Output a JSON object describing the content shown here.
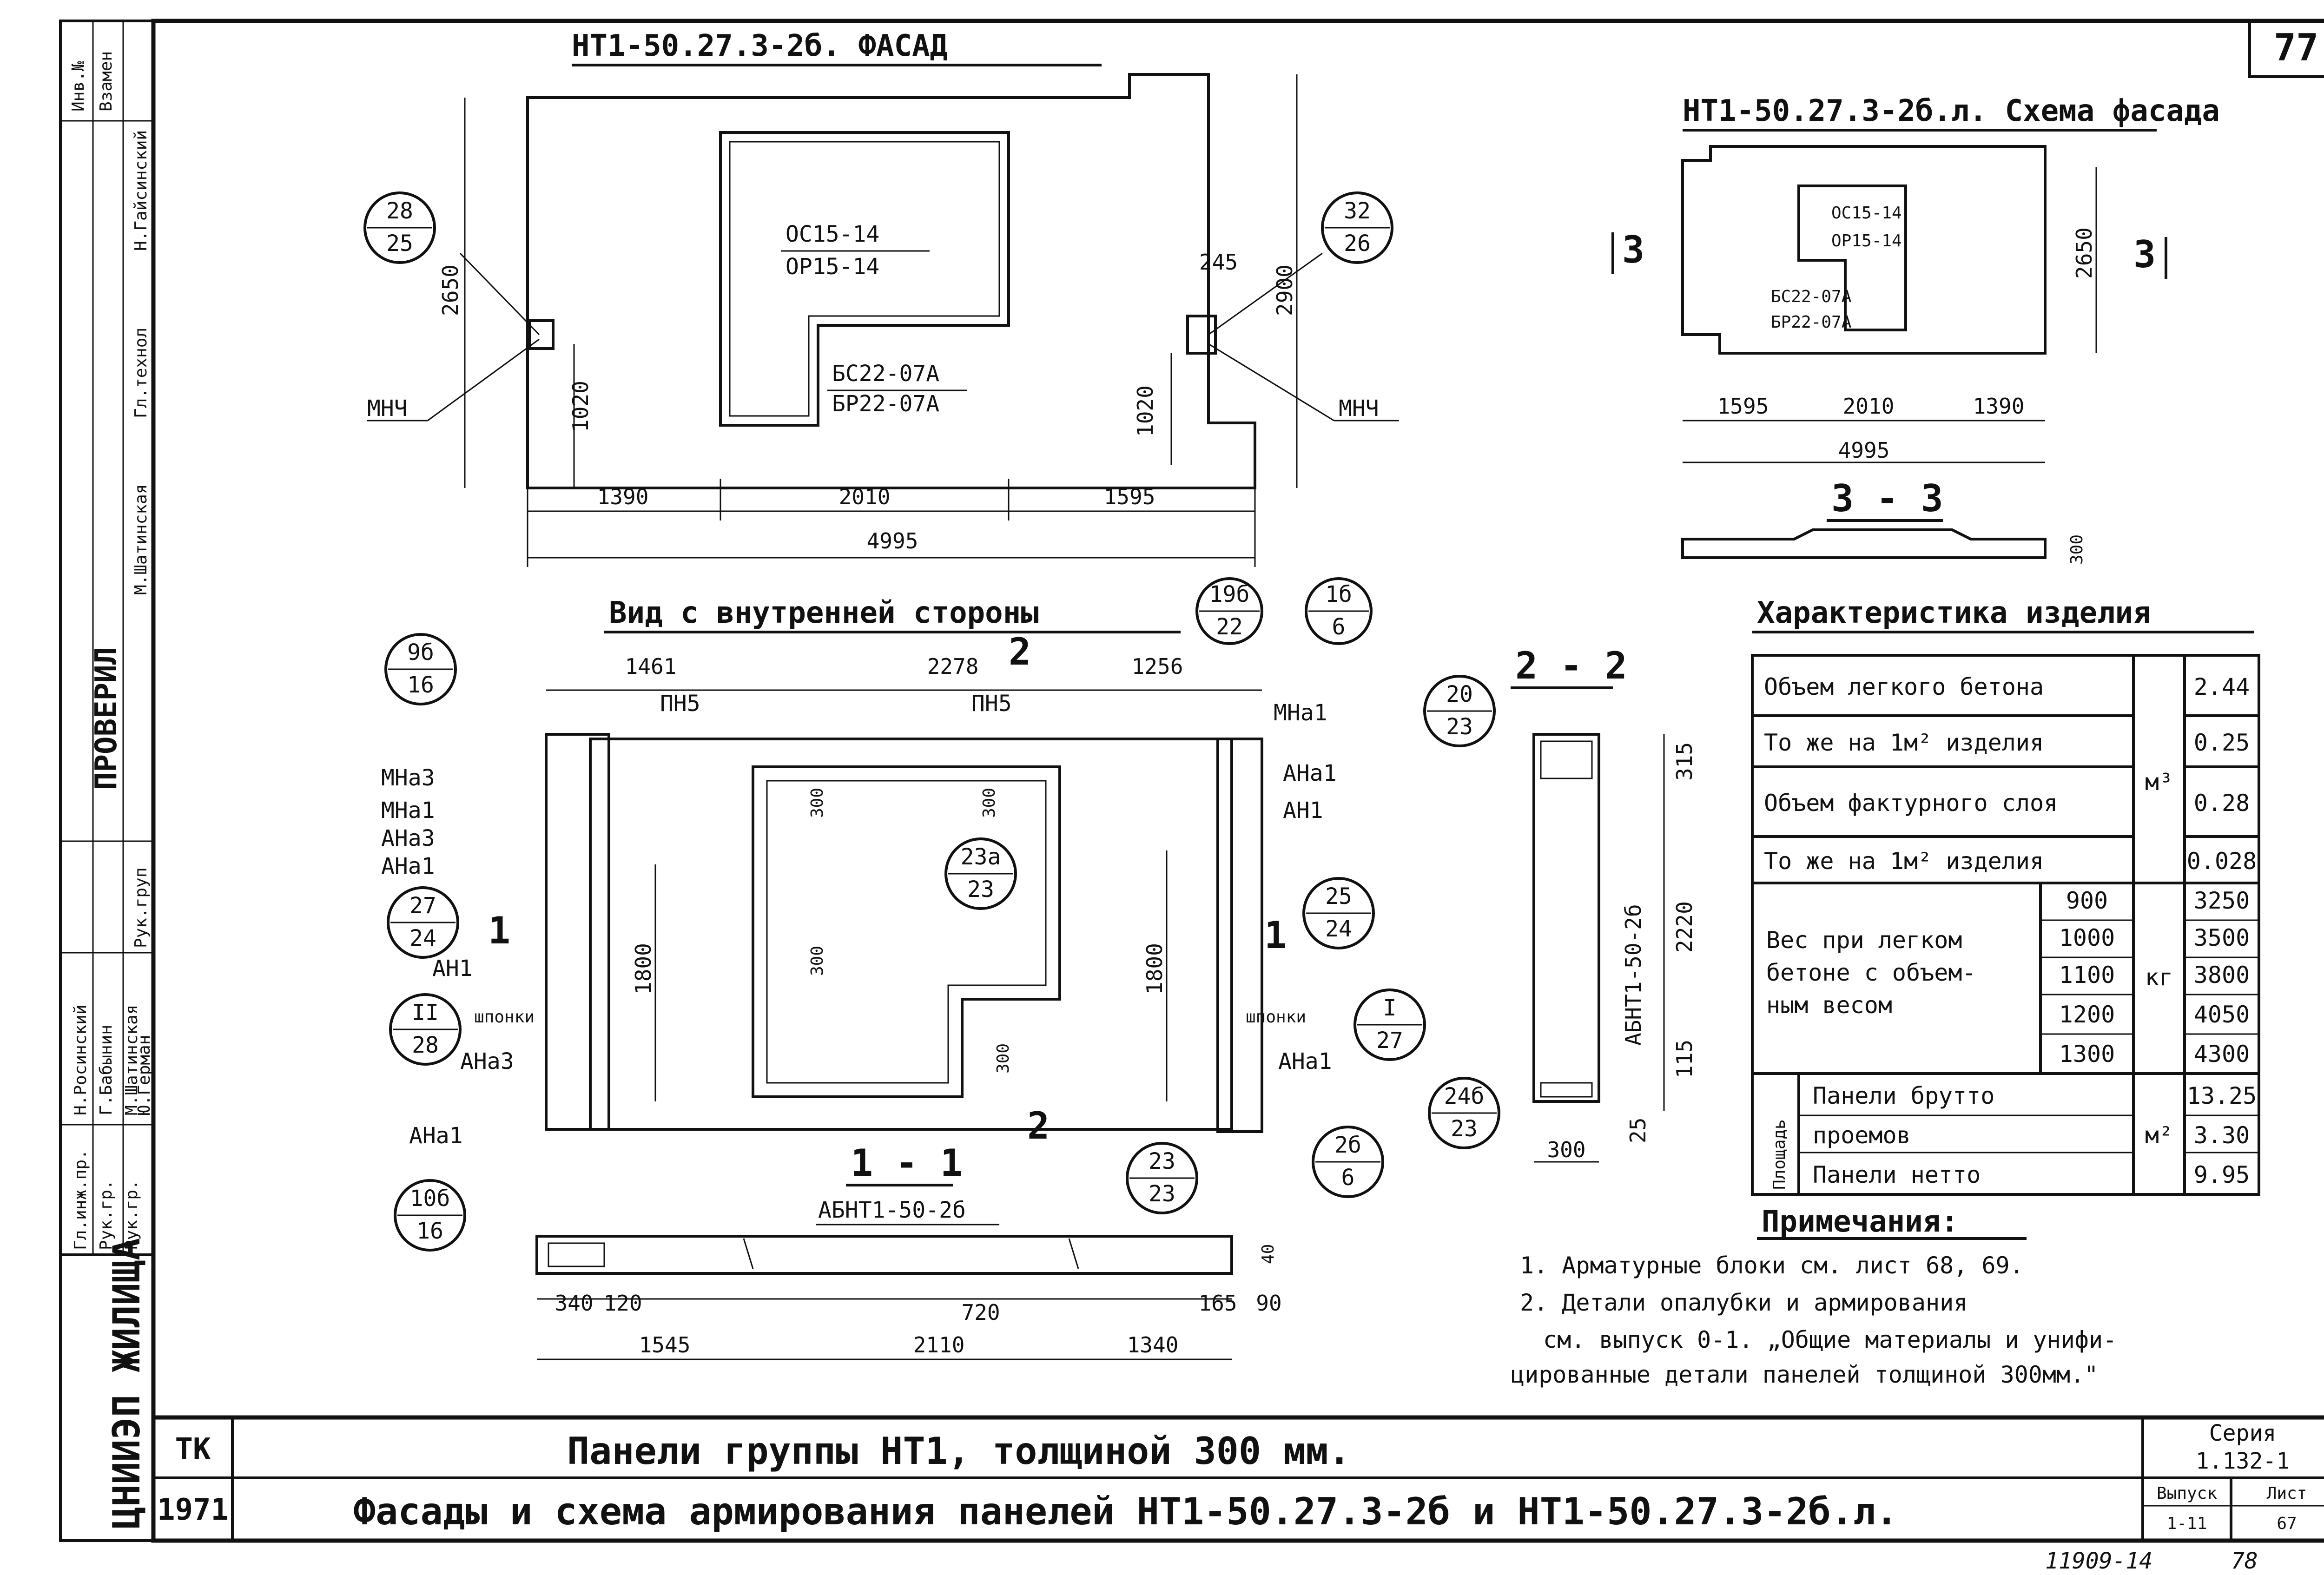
{
  "sheet_no": "77",
  "footer_hand": "11909-14",
  "footer_hand_no": "78",
  "stamp_side": {
    "org": "ЦНИИЭП ЖИЛИЩА",
    "verify": "ПРОВЕРИЛ",
    "roles": [
      "Гл.инж.пр.",
      "Рук.гр.",
      "Рук.гр."
    ],
    "names": [
      "Н.Росинский",
      "Г.Бабынин",
      "М.Шатинская",
      "Ю.Герман"
    ],
    "top_labels": [
      "Инв.№",
      "Взамен"
    ],
    "side_roles": [
      "Рук.груп",
      "Гл.технол",
      "Н.Гайсинский",
      "М.Шатинская"
    ]
  },
  "facade": {
    "title": "НТ1-50.27.3-2б. ФАСАД",
    "window": [
      "ОС15-14",
      "ОР15-14"
    ],
    "door": [
      "БС22-07А",
      "БР22-07А"
    ],
    "left_bubble": [
      "28",
      "25"
    ],
    "right_bubble": [
      "32",
      "26"
    ],
    "mnch": "МНЧ",
    "dims": {
      "h_left": "2650",
      "h_right": "2900",
      "sub_left": "1020",
      "sub_right": "1020",
      "d245": "245",
      "a": "1390",
      "b": "2010",
      "c": "1595",
      "total": "4995"
    }
  },
  "scheme": {
    "title": "НТ1-50.27.3-2б.л. Схема фасада",
    "window": [
      "ОС15-14",
      "ОР15-14"
    ],
    "door": [
      "БС22-07А",
      "БР22-07А"
    ],
    "cut": "3",
    "dims": {
      "h": "2650",
      "a": "1595",
      "b": "2010",
      "c": "1390",
      "total": "4995",
      "s300": "300"
    },
    "section_title": "3 - 3"
  },
  "inner": {
    "title": "Вид с внутренней стороны",
    "dims": {
      "a": "1461",
      "b": "2278",
      "c": "1256",
      "h1": "1800",
      "h2": "1800",
      "s300a": "300",
      "s300b": "300",
      "s300c": "300",
      "s300d": "300"
    },
    "pn5": "ПН5",
    "left_labels": [
      "МНа3",
      "МНа1",
      "АНа3",
      "АНа1"
    ],
    "right_labels": [
      "МНа1",
      "АНа1",
      "АН1"
    ],
    "an1": "АН1",
    "shponki": "шпонки",
    "ana3": "АНа3",
    "ana1": "АНа1",
    "bubbles": {
      "b9": [
        "9б",
        "16"
      ],
      "b19": [
        "19б",
        "22"
      ],
      "b1": [
        "1б",
        "6"
      ],
      "b27": [
        "27",
        "24"
      ],
      "bII": [
        "II",
        "28"
      ],
      "b10": [
        "10б",
        "16"
      ],
      "b23a": [
        "23а",
        "23"
      ],
      "b25": [
        "25",
        "24"
      ],
      "bI": [
        "I",
        "27"
      ],
      "b2": [
        "2б",
        "6"
      ]
    },
    "cut1": "1",
    "cut2": "2"
  },
  "section11": {
    "title": "1 - 1",
    "label": "АБНТ1-50-2б",
    "bubble": [
      "23",
      "23"
    ],
    "dims": {
      "d340": "340",
      "d120": "120",
      "d720": "720",
      "d165": "165",
      "d90": "90",
      "d40": "40",
      "a": "1545",
      "b": "2110",
      "c": "1340"
    }
  },
  "section22": {
    "title": "2 - 2",
    "label": "АБНТ1-50-2б",
    "bubble_top": [
      "20",
      "23"
    ],
    "bubble_bot": [
      "24б",
      "23"
    ],
    "dims": {
      "d315": "315",
      "d2220": "2220",
      "d115": "115",
      "d25": "25",
      "d300": "300"
    }
  },
  "chars": {
    "title": "Характеристика изделия",
    "rows": [
      {
        "label": "Объем легкого бетона",
        "value": "2.44"
      },
      {
        "label": "То же на 1м² изделия",
        "value": "0.25"
      },
      {
        "label": "Объем фактурного слоя",
        "value": "0.28"
      },
      {
        "label": "То же на 1м² изделия",
        "value": "0.028"
      }
    ],
    "unit_m3": "м³",
    "weight_label": [
      "Вес при легком",
      "бетоне с объем-",
      "ным весом"
    ],
    "weights": [
      {
        "density": "900",
        "value": "3250"
      },
      {
        "density": "1000",
        "value": "3500"
      },
      {
        "density": "1100",
        "value": "3800"
      },
      {
        "density": "1200",
        "value": "4050"
      },
      {
        "density": "1300",
        "value": "4300"
      }
    ],
    "unit_kg": "кг",
    "area_side": "Площадь",
    "areas": [
      {
        "label": "Панели брутто",
        "value": "13.25"
      },
      {
        "label": "проемов",
        "value": "3.30"
      },
      {
        "label": "Панели нетто",
        "value": "9.95"
      }
    ],
    "unit_m2": "м²"
  },
  "notes": {
    "title": "Примечания:",
    "lines": [
      "1. Арматурные блоки см. лист 68, 69.",
      "2. Детали опалубки и армирования",
      "см. выпуск 0-1. „Общие материалы и унифи-",
      "цированные детали панелей толщиной 300мм.\""
    ]
  },
  "titleblock": {
    "tk": "ТК",
    "year": "1971",
    "line1": "Панели группы НТ1, толщиной 300 мм.",
    "line2": "Фасады и схема армирования панелей НТ1-50.27.3-2б и НТ1-50.27.3-2б.л.",
    "seria_label": "Серия",
    "seria": "1.132-1",
    "vypusk_label": "Выпуск",
    "vypusk": "1-11",
    "list_label": "Лист",
    "list": "67"
  }
}
